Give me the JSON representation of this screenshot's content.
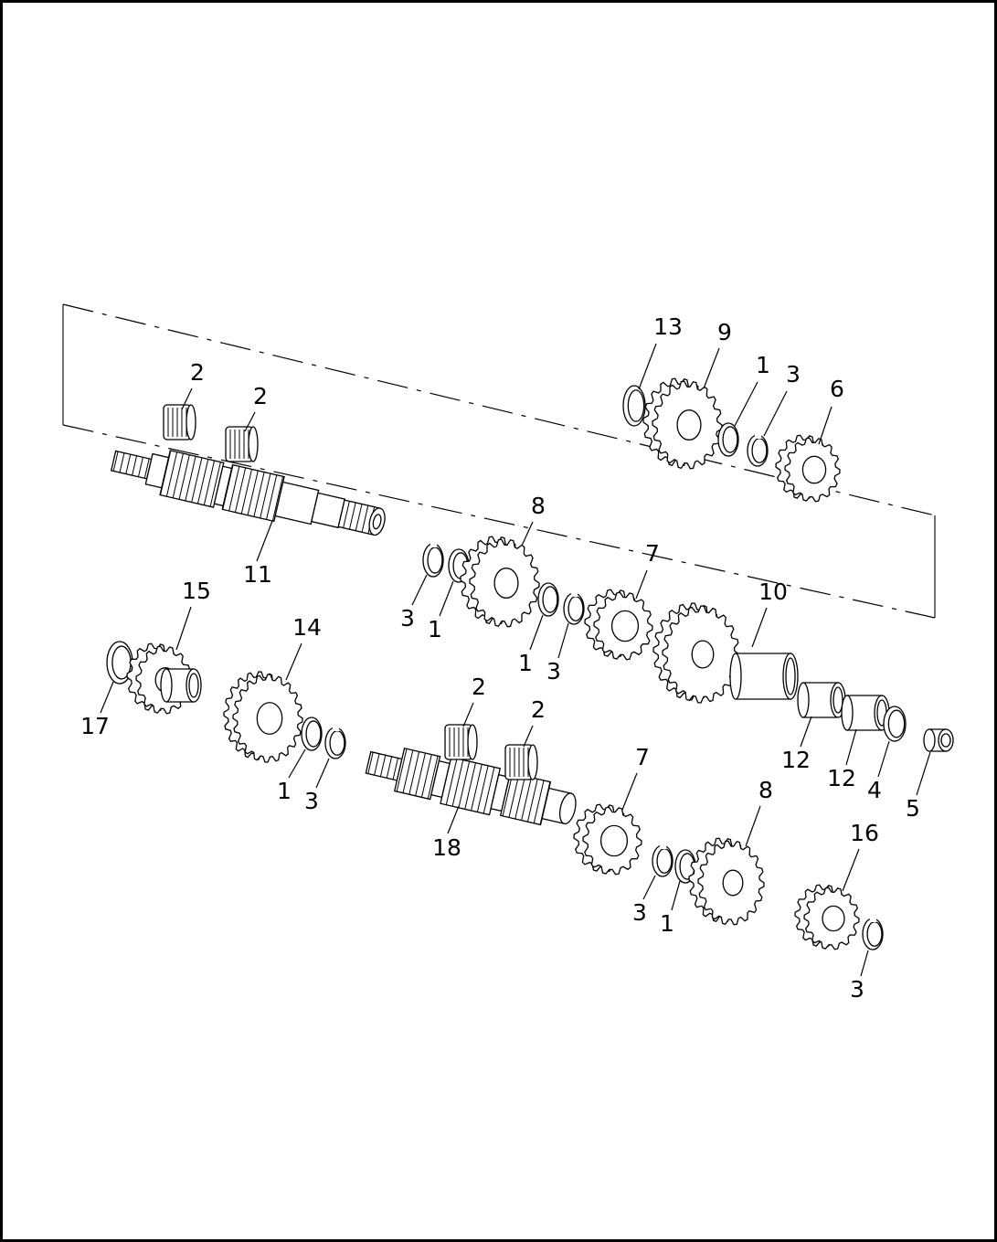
{
  "diagram": {
    "title": "",
    "colors": {
      "line": "#000000",
      "background": "#ffffff"
    },
    "callouts": [
      {
        "id": "c13",
        "text": "13"
      },
      {
        "id": "c9",
        "text": "9"
      },
      {
        "id": "c1a",
        "text": "1"
      },
      {
        "id": "c3a",
        "text": "3"
      },
      {
        "id": "c6",
        "text": "6"
      },
      {
        "id": "c2a",
        "text": "2"
      },
      {
        "id": "c2b",
        "text": "2"
      },
      {
        "id": "c11",
        "text": "11"
      },
      {
        "id": "c8a",
        "text": "8"
      },
      {
        "id": "c7a",
        "text": "7"
      },
      {
        "id": "c3b",
        "text": "3"
      },
      {
        "id": "c1b",
        "text": "1"
      },
      {
        "id": "c1c",
        "text": "1"
      },
      {
        "id": "c3c",
        "text": "3"
      },
      {
        "id": "c10",
        "text": "10"
      },
      {
        "id": "c15",
        "text": "15"
      },
      {
        "id": "c14",
        "text": "14"
      },
      {
        "id": "c17",
        "text": "17"
      },
      {
        "id": "c1d",
        "text": "1"
      },
      {
        "id": "c3d",
        "text": "3"
      },
      {
        "id": "c2c",
        "text": "2"
      },
      {
        "id": "c2d",
        "text": "2"
      },
      {
        "id": "c18",
        "text": "18"
      },
      {
        "id": "c7b",
        "text": "7"
      },
      {
        "id": "c8b",
        "text": "8"
      },
      {
        "id": "c3e",
        "text": "3"
      },
      {
        "id": "c1e",
        "text": "1"
      },
      {
        "id": "c12a",
        "text": "12"
      },
      {
        "id": "c12b",
        "text": "12"
      },
      {
        "id": "c4",
        "text": "4"
      },
      {
        "id": "c5",
        "text": "5"
      },
      {
        "id": "c16",
        "text": "16"
      },
      {
        "id": "c3f",
        "text": "3"
      }
    ]
  }
}
